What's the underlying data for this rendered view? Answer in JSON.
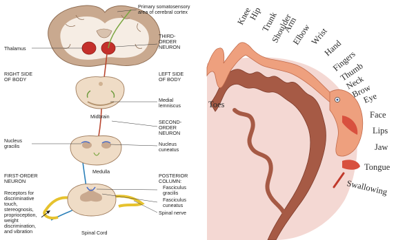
{
  "pathway": {
    "primary_cortex": [
      "Primary somatosensory",
      "area of cerebral cortex"
    ],
    "thalamus": "Thalamus",
    "third_order": [
      "THIRD-",
      "ORDER",
      "NEURON"
    ],
    "right_side": [
      "RIGHT SIDE",
      "OF BODY"
    ],
    "left_side": [
      "LEFT SIDE",
      "OF BODY"
    ],
    "medial_lemniscus": [
      "Medial",
      "lemniscus"
    ],
    "midbrain": "Midbrain",
    "second_order": [
      "SECOND-",
      "ORDER",
      "NEURON"
    ],
    "nucleus_gracilis": [
      "Nucleus",
      "gracilis"
    ],
    "nucleus_cuneatus": [
      "Nucleus",
      "cuneatus"
    ],
    "medulla": "Medulla",
    "first_order": [
      "FIRST-ORDER",
      "NEURON"
    ],
    "posterior_column": [
      "POSTERIOR",
      "COLUMN:"
    ],
    "fasciculus_gracilis": [
      "Fasciculus",
      "gracilis"
    ],
    "fasciculus_cuneatus": [
      "Fasciculus",
      "cuneatus"
    ],
    "spinal_nerve": "Spinal nerve",
    "receptors": [
      "Receptors for",
      "discriminative",
      "touch,",
      "stereognosis,",
      "proprioception,",
      "weight",
      "discrimination,",
      "and vibration"
    ],
    "spinal_cord": "Spinal Cord"
  },
  "homunculus": {
    "labels": [
      "Knee",
      "Hip",
      "Trunk",
      "Shoulder",
      "Arm",
      "Elbow",
      "Wrist",
      "Hand",
      "Fingers",
      "Thumb",
      "Neck",
      "Brow",
      "Eye",
      "Face",
      "Lips",
      "Jaw",
      "Tongue",
      "Swallowing",
      "Toes"
    ]
  },
  "colors": {
    "cortex_gray": "#c9a98f",
    "white_matter": "#f6ede4",
    "neuron_red": "#b8452e",
    "neuron_blue": "#2a7fb8",
    "neuron_green": "#7aa640",
    "cortex_band": "#a65a45",
    "cortex_bg": "#f4d8d3",
    "body_figure": "#eea07e",
    "spinal_nerve": "#e6c22e"
  }
}
